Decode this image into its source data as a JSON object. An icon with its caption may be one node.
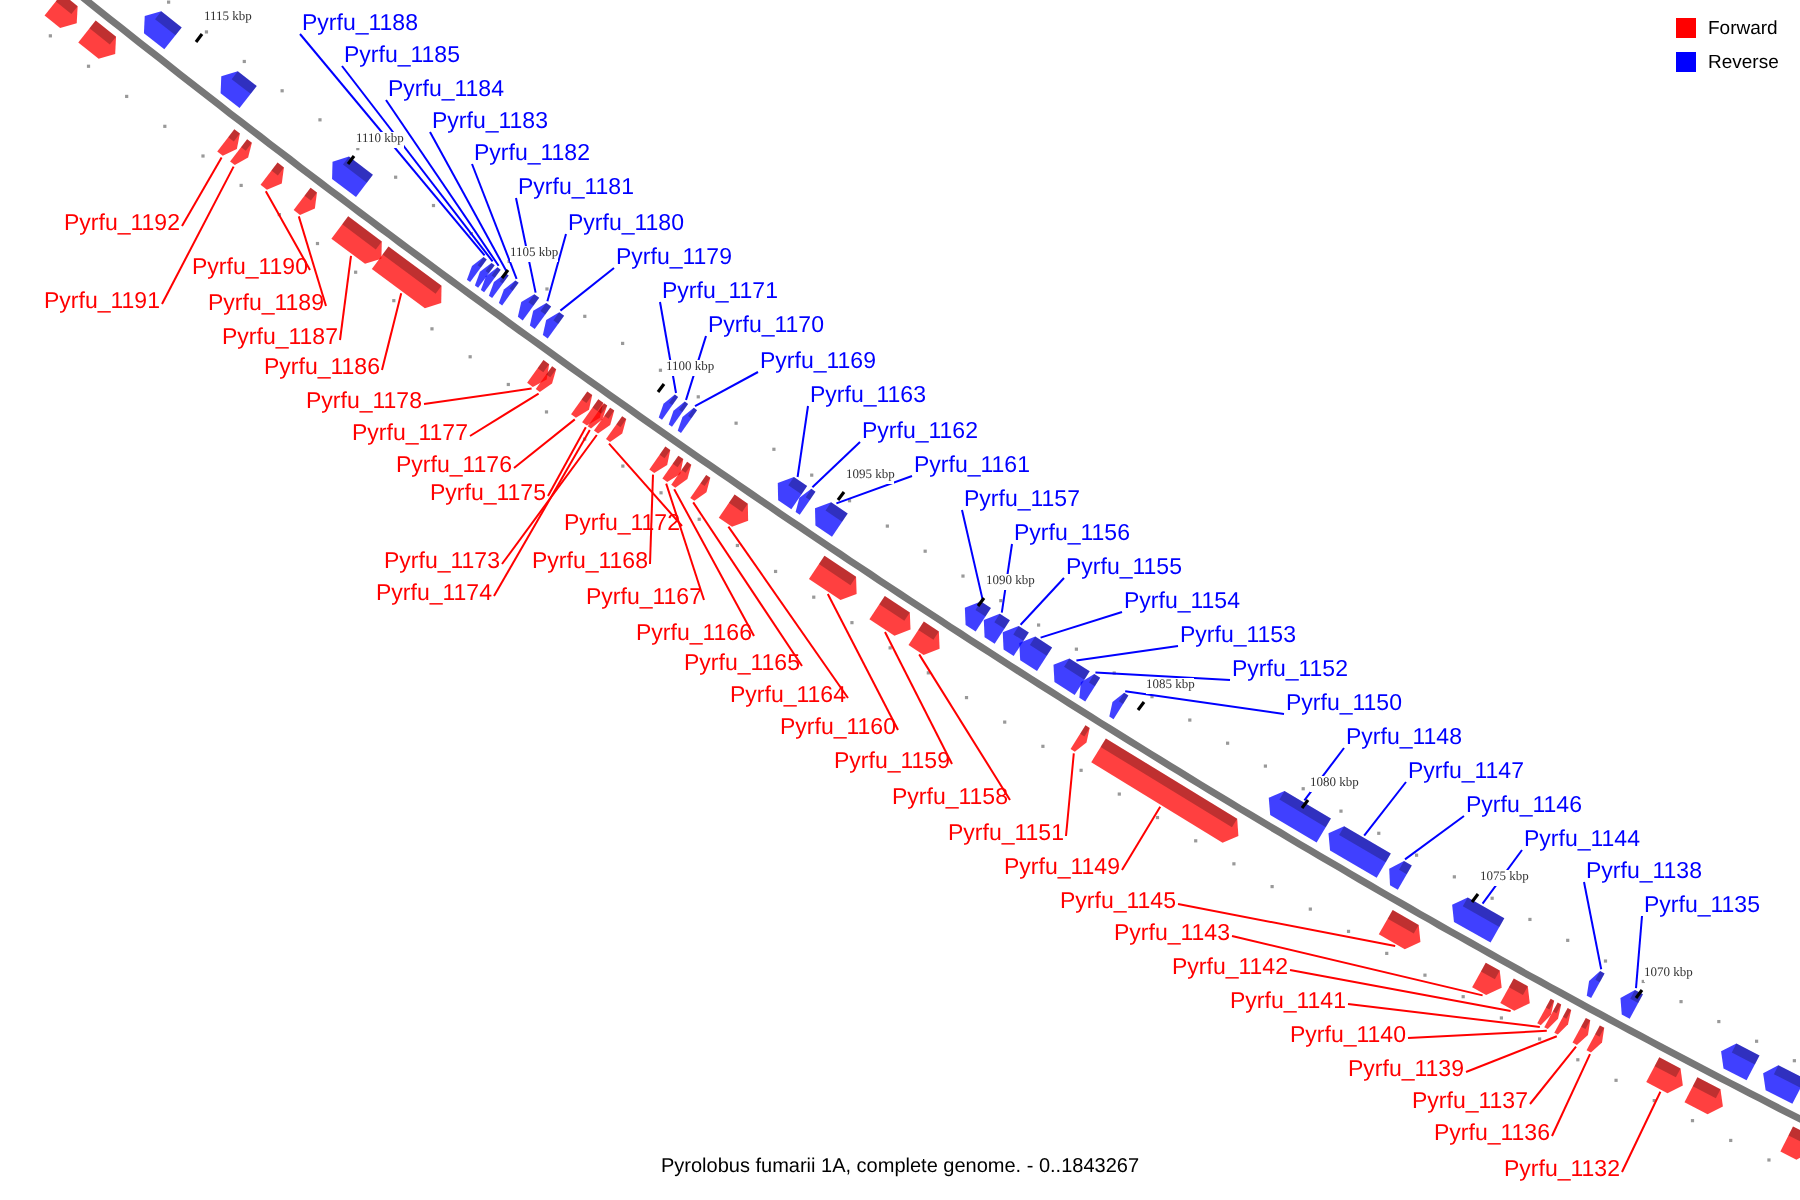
{
  "diagram": {
    "caption": "Pyrolobus fumarii 1A, complete genome. - 0..1843267",
    "nodes": [
      {
        "text": [
          "Pyrfu_1188"
        ]
      },
      {
        "text": [
          "Pyrfu_1185"
        ]
      },
      {
        "text": [
          "Pyrfu_1184"
        ]
      },
      {
        "text": [
          "Pyrfu_1183"
        ]
      },
      {
        "text": [
          "Pyrfu_1182"
        ]
      },
      {
        "text": [
          "Pyrfu_1181"
        ]
      },
      {
        "text": [
          "Pyrfu_1192"
        ]
      },
      {
        "text": [
          "Pyrfu_1180"
        ]
      },
      {
        "text": [
          "Pyrfu_1179"
        ]
      },
      {
        "text": [
          "Pyrfu_1190"
        ]
      },
      {
        "text": [
          "Pyrfu_1171"
        ]
      },
      {
        "text": [
          "Pyrfu_1191"
        ]
      },
      {
        "text": [
          "Pyrfu_1189"
        ]
      },
      {
        "text": [
          "Pyrfu_1170"
        ]
      },
      {
        "text": [
          "Pyrfu_1187"
        ]
      },
      {
        "text": [
          "Pyrfu_1169"
        ]
      },
      {
        "text": [
          "Pyrfu_1186"
        ]
      },
      {
        "text": [
          "Pyrfu_1163"
        ]
      },
      {
        "text": [
          "Pyrfu_1178"
        ]
      },
      {
        "text": [
          "Pyrfu_1162"
        ]
      },
      {
        "text": [
          "Pyrfu_1177"
        ]
      },
      {
        "text": [
          "Pyrfu_1161"
        ]
      },
      {
        "text": [
          "Pyrfu_1176"
        ]
      },
      {
        "text": [
          "Pyrfu_1175"
        ]
      },
      {
        "text": [
          "Pyrfu_1157"
        ]
      },
      {
        "text": [
          "Pyrfu_1172"
        ]
      },
      {
        "text": [
          "Pyrfu_1156"
        ]
      },
      {
        "text": [
          "Pyrfu_1173"
        ]
      },
      {
        "text": [
          "Pyrfu_1168"
        ]
      },
      {
        "text": [
          "Pyrfu_1155"
        ]
      },
      {
        "text": [
          "Pyrfu_1174"
        ]
      },
      {
        "text": [
          "Pyrfu_1167"
        ]
      },
      {
        "text": [
          "Pyrfu_1154"
        ]
      },
      {
        "text": [
          "Pyrfu_1166"
        ]
      },
      {
        "text": [
          "Pyrfu_1153"
        ]
      },
      {
        "text": [
          "Pyrfu_1165"
        ]
      },
      {
        "text": [
          "Pyrfu_1152"
        ]
      },
      {
        "text": [
          "Pyrfu_1164"
        ]
      },
      {
        "text": [
          "Pyrfu_1150"
        ]
      },
      {
        "text": [
          "Pyrfu_1160"
        ]
      },
      {
        "text": [
          "Pyrfu_1148"
        ]
      },
      {
        "text": [
          "Pyrfu_1159"
        ]
      },
      {
        "text": [
          "Pyrfu_1147"
        ]
      },
      {
        "text": [
          "Pyrfu_1158"
        ]
      },
      {
        "text": [
          "Pyrfu_1146"
        ]
      },
      {
        "text": [
          "Pyrfu_1151"
        ]
      },
      {
        "text": [
          "Pyrfu_1144"
        ]
      },
      {
        "text": [
          "Pyrfu_1149"
        ]
      },
      {
        "text": [
          "Pyrfu_1138"
        ]
      },
      {
        "text": [
          "Pyrfu_1145"
        ]
      },
      {
        "text": [
          "Pyrfu_1135"
        ]
      },
      {
        "text": [
          "Pyrfu_1143"
        ]
      },
      {
        "text": [
          "Pyrfu_1142"
        ]
      },
      {
        "text": [
          "Pyrfu_1141"
        ]
      },
      {
        "text": [
          "Pyrfu_1140"
        ]
      },
      {
        "text": [
          "Pyrfu_1139"
        ]
      },
      {
        "text": [
          "Pyrfu_1137"
        ]
      },
      {
        "text": [
          "Pyrfu_1136"
        ]
      },
      {
        "text": [
          "Pyrfu_1132"
        ]
      },
      {
        "text": [],
        "shape": "box"
      },
      {
        "text": [],
        "shape": "box"
      },
      {
        "text": [],
        "shape": "box"
      },
      {
        "text": [],
        "shape": "box"
      },
      {
        "text": [],
        "shape": "box"
      },
      {
        "text": [],
        "shape": "box"
      },
      {
        "text": [],
        "shape": "box"
      },
      {
        "text": [],
        "shape": "box"
      },
      {
        "text": [],
        "shape": "box"
      },
      {
        "text": [],
        "shape": "box"
      },
      {
        "text": [],
        "shape": "box"
      },
      {
        "text": [],
        "shape": "box"
      },
      {
        "text": [],
        "shape": "box"
      },
      {
        "text": [],
        "shape": "box"
      },
      {
        "text": [],
        "shape": "box"
      },
      {
        "text": [],
        "shape": "box"
      },
      {
        "text": [],
        "shape": "box"
      },
      {
        "text": [],
        "shape": "box"
      },
      {
        "text": [],
        "shape": "box"
      },
      {
        "text": [],
        "shape": "box"
      },
      {
        "text": [],
        "shape": "box"
      },
      {
        "text": [],
        "shape": "box"
      },
      {
        "text": [],
        "shape": "box"
      },
      {
        "text": [],
        "shape": "box"
      },
      {
        "text": [],
        "shape": "box"
      },
      {
        "text": [],
        "shape": "box"
      },
      {
        "text": [],
        "shape": "box"
      },
      {
        "text": [],
        "shape": "box"
      },
      {
        "text": [],
        "shape": "box"
      },
      {
        "text": [],
        "shape": "box"
      },
      {
        "text": [],
        "shape": "box"
      },
      {
        "text": [],
        "shape": "box"
      },
      {
        "text": [],
        "shape": "box"
      },
      {
        "text": [],
        "shape": "box"
      },
      {
        "text": [],
        "shape": "box"
      },
      {
        "text": [],
        "shape": "box"
      },
      {
        "text": [],
        "shape": "box"
      },
      {
        "text": [],
        "shape": "box"
      },
      {
        "text": [],
        "shape": "box"
      },
      {
        "text": [],
        "shape": "box"
      },
      {
        "text": [],
        "shape": "box"
      },
      {
        "text": [],
        "shape": "box"
      },
      {
        "text": [],
        "shape": "box"
      },
      {
        "text": [],
        "shape": "box"
      },
      {
        "text": [],
        "shape": "box"
      },
      {
        "text": [],
        "shape": "box"
      },
      {
        "text": [],
        "shape": "box"
      },
      {
        "text": [],
        "shape": "box"
      },
      {
        "text": [],
        "shape": "box"
      },
      {
        "text": [],
        "shape": "box"
      },
      {
        "text": [],
        "shape": "box"
      },
      {
        "text": [],
        "shape": "box"
      },
      {
        "text": [],
        "shape": "box"
      },
      {
        "text": [],
        "shape": "box"
      },
      {
        "text": [],
        "shape": "box"
      },
      {
        "text": [],
        "shape": "box"
      },
      {
        "text": [],
        "shape": "box"
      },
      {
        "text": [],
        "shape": "box"
      },
      {
        "text": [],
        "shape": "box"
      },
      {
        "text": [],
        "shape": "box"
      },
      {
        "text": [],
        "shape": "box"
      },
      {
        "text": [],
        "shape": "box"
      },
      {
        "text": [],
        "shape": "box"
      },
      {
        "text": [],
        "shape": "box"
      },
      {
        "text": [],
        "shape": "box"
      },
      {
        "text": [],
        "shape": "box"
      },
      {
        "text": [],
        "shape": "box"
      },
      {
        "text": [],
        "shape": "box"
      }
    ],
    "edges": [
      {
        "from": 0,
        "to": 59,
        "arrow": "none",
        "color": "#0000ff"
      },
      {
        "from": 1,
        "to": 60,
        "arrow": "none",
        "color": "#0000ff"
      },
      {
        "from": 2,
        "to": 61,
        "arrow": "none",
        "color": "#0000ff"
      },
      {
        "from": 3,
        "to": 62,
        "arrow": "none",
        "color": "#0000ff"
      },
      {
        "from": 4,
        "to": 63,
        "arrow": "none",
        "color": "#0000ff"
      },
      {
        "from": 5,
        "to": 64,
        "arrow": "none",
        "color": "#0000ff"
      },
      {
        "from": 6,
        "to": 65,
        "arrow": "none"
      },
      {
        "from": 7,
        "to": 66,
        "arrow": "none",
        "color": "#0000ff"
      },
      {
        "from": 8,
        "to": 67,
        "arrow": "none",
        "color": "#0000ff"
      },
      {
        "from": 9,
        "to": 68,
        "arrow": "none"
      },
      {
        "from": 10,
        "to": 69,
        "arrow": "none",
        "color": "#0000ff"
      },
      {
        "from": 11,
        "to": 70,
        "arrow": "none"
      },
      {
        "from": 12,
        "to": 71,
        "arrow": "none"
      },
      {
        "from": 13,
        "to": 72,
        "arrow": "none",
        "color": "#0000ff"
      },
      {
        "from": 14,
        "to": 73,
        "arrow": "none"
      },
      {
        "from": 15,
        "to": 74,
        "arrow": "none",
        "color": "#0000ff"
      },
      {
        "from": 16,
        "to": 75,
        "arrow": "none"
      },
      {
        "from": 17,
        "to": 76,
        "arrow": "none",
        "color": "#0000ff"
      },
      {
        "from": 18,
        "to": 77,
        "arrow": "none"
      },
      {
        "from": 19,
        "to": 78,
        "arrow": "none",
        "color": "#0000ff"
      },
      {
        "from": 20,
        "to": 79,
        "arrow": "none"
      },
      {
        "from": 21,
        "to": 80,
        "arrow": "none",
        "color": "#0000ff"
      },
      {
        "from": 22,
        "to": 81,
        "arrow": "none"
      },
      {
        "from": 23,
        "to": 82,
        "arrow": "none"
      },
      {
        "from": 24,
        "to": 83,
        "arrow": "none",
        "color": "#0000ff"
      },
      {
        "from": 25,
        "to": 84,
        "arrow": "none"
      },
      {
        "from": 26,
        "to": 85,
        "arrow": "none",
        "color": "#0000ff"
      },
      {
        "from": 27,
        "to": 86,
        "arrow": "none"
      },
      {
        "from": 28,
        "to": 87,
        "arrow": "none"
      },
      {
        "from": 29,
        "to": 88,
        "arrow": "none",
        "color": "#0000ff"
      },
      {
        "from": 30,
        "to": 89,
        "arrow": "none"
      },
      {
        "from": 31,
        "to": 90,
        "arrow": "none"
      },
      {
        "from": 32,
        "to": 91,
        "arrow": "none",
        "color": "#0000ff"
      },
      {
        "from": 33,
        "to": 92,
        "arrow": "none"
      },
      {
        "from": 34,
        "to": 93,
        "arrow": "none",
        "color": "#0000ff"
      },
      {
        "from": 35,
        "to": 94,
        "arrow": "none"
      },
      {
        "from": 36,
        "to": 95,
        "arrow": "none",
        "color": "#0000ff"
      },
      {
        "from": 37,
        "to": 96,
        "arrow": "none"
      },
      {
        "from": 38,
        "to": 97,
        "arrow": "none",
        "color": "#0000ff"
      },
      {
        "from": 39,
        "to": 98,
        "arrow": "none"
      },
      {
        "from": 40,
        "to": 99,
        "arrow": "none",
        "color": "#0000ff"
      },
      {
        "from": 41,
        "to": 100,
        "arrow": "none"
      },
      {
        "from": 42,
        "to": 101,
        "arrow": "none",
        "color": "#0000ff"
      },
      {
        "from": 43,
        "to": 102,
        "arrow": "none"
      },
      {
        "from": 44,
        "to": 103,
        "arrow": "none",
        "color": "#0000ff"
      },
      {
        "from": 45,
        "to": 104,
        "arrow": "none"
      },
      {
        "from": 46,
        "to": 105,
        "arrow": "none",
        "color": "#0000ff"
      },
      {
        "from": 47,
        "to": 106,
        "arrow": "none"
      },
      {
        "from": 48,
        "to": 107,
        "arrow": "none",
        "color": "#0000ff"
      },
      {
        "from": 49,
        "to": 108,
        "arrow": "none"
      },
      {
        "from": 50,
        "to": 109,
        "arrow": "none",
        "color": "#0000ff"
      },
      {
        "from": 51,
        "to": 110,
        "arrow": "none"
      },
      {
        "from": 52,
        "to": 111,
        "arrow": "none"
      },
      {
        "from": 53,
        "to": 112,
        "arrow": "none"
      },
      {
        "from": 54,
        "to": 113,
        "arrow": "none"
      },
      {
        "from": 55,
        "to": 114,
        "arrow": "none"
      },
      {
        "from": 56,
        "to": 115,
        "arrow": "none"
      },
      {
        "from": 57,
        "to": 116,
        "arrow": "none"
      },
      {
        "from": 58,
        "to": 117,
        "arrow": "none"
      }
    ],
    "labels": [
      "1115 kbp",
      "1110 kbp",
      "1105 kbp",
      "1100 kbp",
      "1095 kbp",
      "1090 kbp",
      "1085 kbp",
      "1080 kbp",
      "1075 kbp",
      "1070 kbp"
    ],
    "legend": [
      {
        "text": "Forward",
        "color": "#ff0000"
      },
      {
        "text": "Reverse",
        "color": "#0000ff"
      }
    ]
  }
}
